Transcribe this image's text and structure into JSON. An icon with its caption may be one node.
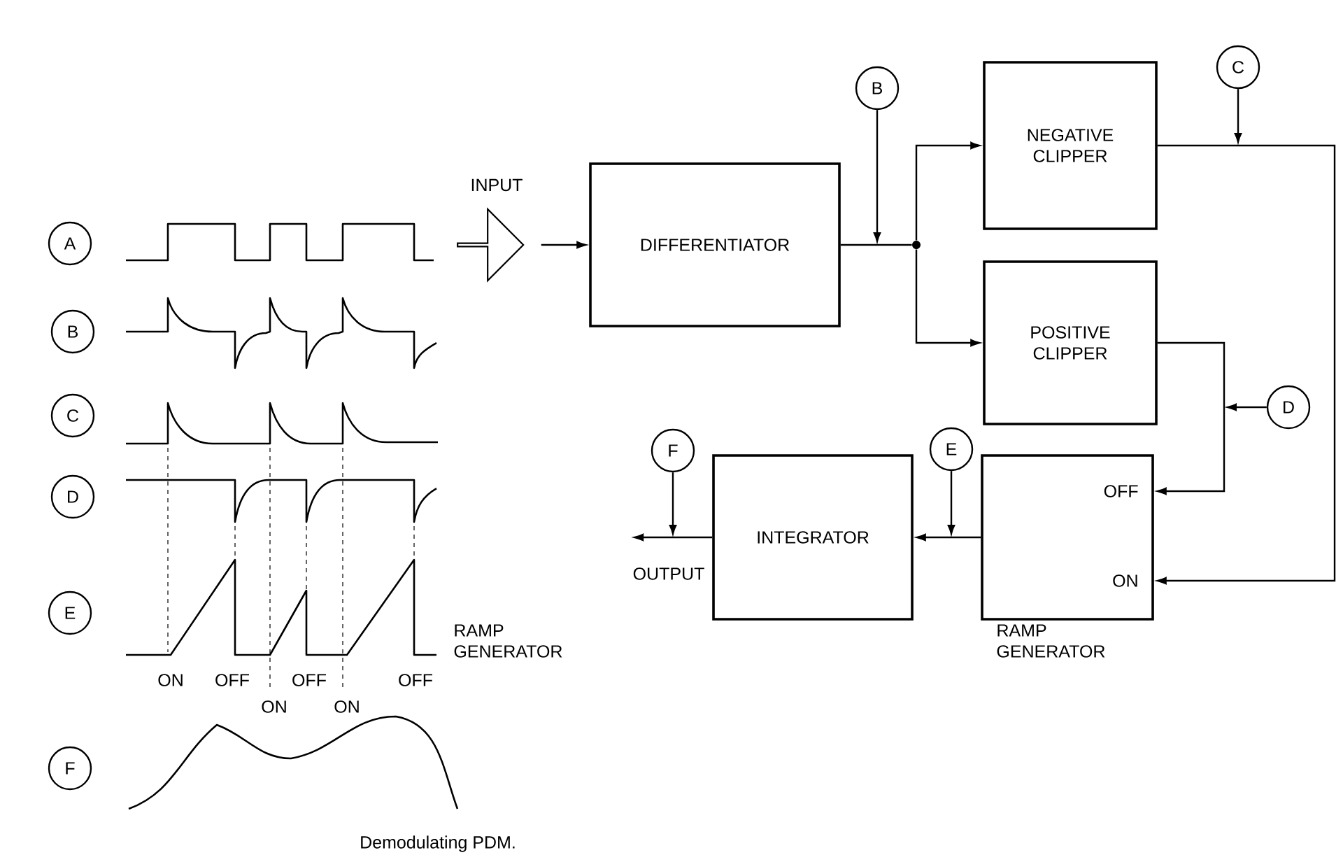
{
  "diagram": {
    "caption": "Demodulating PDM.",
    "nodes": [
      {
        "text": [
          "A"
        ]
      },
      {
        "text": [
          "B"
        ]
      },
      {
        "text": [
          "C"
        ]
      },
      {
        "text": [
          "D"
        ]
      },
      {
        "text": [
          "E"
        ]
      },
      {
        "text": [
          "F"
        ]
      },
      {
        "text": [
          "INPUT"
        ]
      },
      {
        "text": [
          "DIFFERENTIATOR"
        ]
      },
      {
        "text": [
          "B"
        ]
      },
      {
        "text": [
          "NEGATIVE CLIPPER"
        ]
      },
      {
        "text": [
          "C"
        ]
      },
      {
        "text": [],
        "shape": "circle"
      },
      {
        "text": [
          "POSITIVE CLIPPER"
        ]
      },
      {
        "text": [
          "D"
        ]
      },
      {
        "text": [
          "F"
        ]
      },
      {
        "text": [
          "OUTPUT"
        ]
      },
      {
        "text": [
          "INTEGRATOR"
        ]
      },
      {
        "text": [
          "E"
        ]
      },
      {
        "text": [
          "OFF",
          "ON"
        ],
        "beside": [
          "RAMP GENERATOR"
        ]
      }
    ],
    "edges": [
      {
        "from": 6,
        "to": 7,
        "arrow": "to"
      },
      {
        "from": 7,
        "to": 11,
        "arrow": "none"
      },
      {
        "from": 11,
        "to": 9,
        "arrow": "to"
      },
      {
        "from": 11,
        "to": 12,
        "arrow": "to"
      },
      {
        "from": 9,
        "to": 18,
        "arrow": "to"
      },
      {
        "from": 12,
        "to": 18,
        "arrow": "to"
      },
      {
        "from": 18,
        "to": 16,
        "arrow": "to"
      },
      {
        "from": 16,
        "to": 15,
        "arrow": "to"
      },
      {
        "from": 8,
        "to": null,
        "arrow": "to"
      },
      {
        "from": 10,
        "to": null,
        "arrow": "to"
      },
      {
        "from": 13,
        "to": null,
        "arrow": "to"
      },
      {
        "from": 17,
        "to": null,
        "arrow": "to"
      },
      {
        "from": 14,
        "to": null,
        "arrow": "to"
      }
    ],
    "labels": [
      "RAMP GENERATOR",
      "ON",
      "OFF",
      "OFF",
      "OFF",
      "ON",
      "ON"
    ]
  }
}
